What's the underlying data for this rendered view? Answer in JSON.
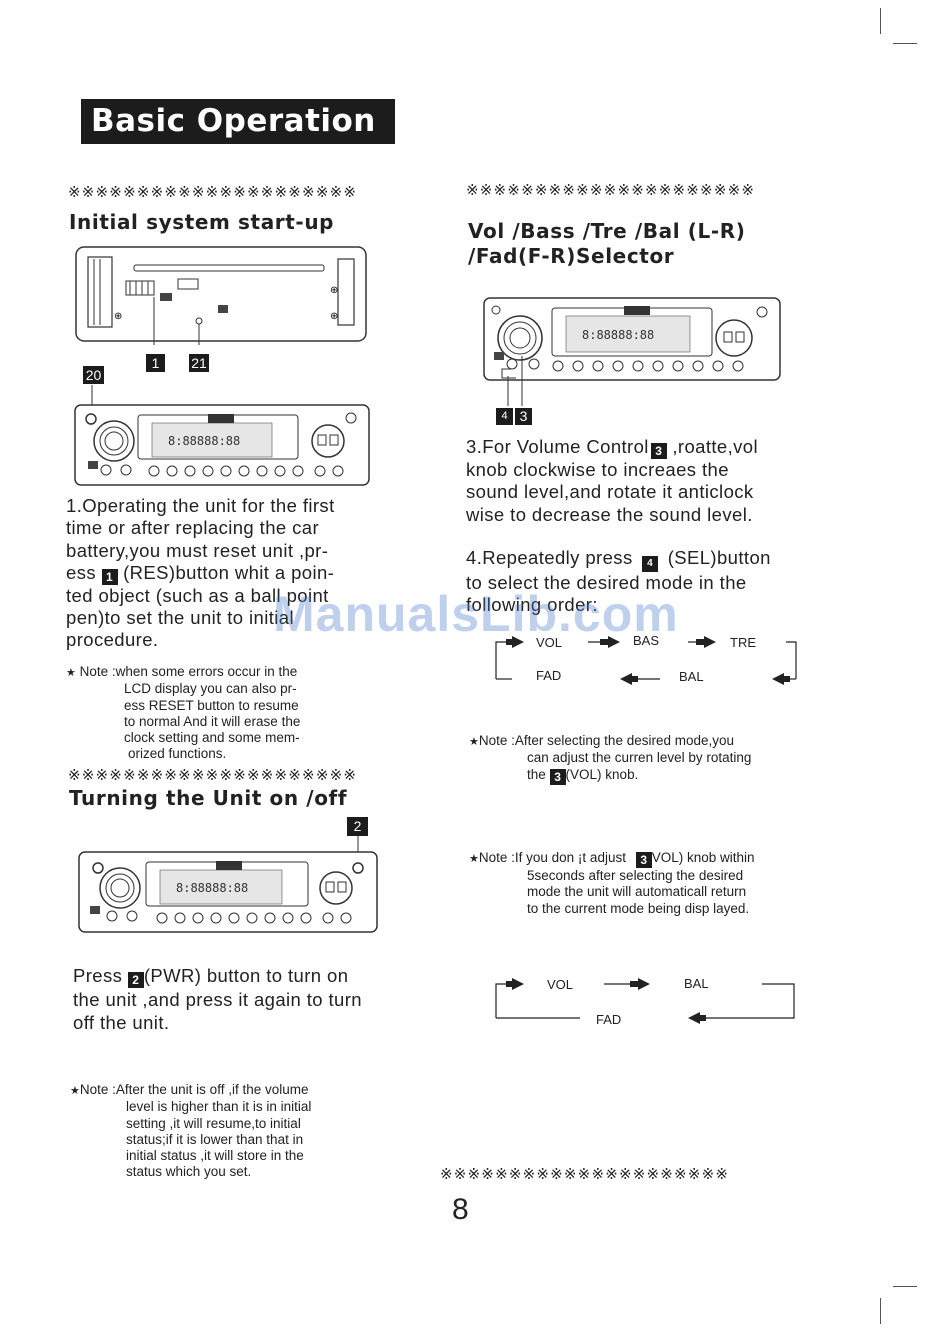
{
  "page": {
    "title": "Basic Operation",
    "stars": "※※※※※※※※※※※※※※※※※※※※※",
    "page_number": "8",
    "watermark": "ManualsLib.com"
  },
  "left": {
    "startup": {
      "heading": "Initial system start-up",
      "callouts": [
        "1",
        "21",
        "20"
      ],
      "body_lines": [
        "1.Operating the unit for the first",
        "time or after replacing the car",
        "battery,you must reset unit ,pr-",
        "ess",
        "(RES)button whit a poin-",
        "ted object (such as a ball point",
        "pen)to set the unit to initial",
        "procedure."
      ],
      "body_badge": "1",
      "note_lines": [
        "Note :when some errors occur in the",
        "LCD display you can also pr-",
        "ess RESET button to resume",
        "to normal And it will erase the",
        "clock setting and some mem-",
        "orized functions."
      ]
    },
    "power": {
      "heading": "Turning the Unit on /off",
      "callout": "2",
      "body_pre": "Press",
      "body_badge": "2",
      "body_lines": [
        "(PWR) button to turn on",
        "the unit ,and press it again to turn",
        "off the unit."
      ],
      "note_lines": [
        "Note :After the unit is off ,if the volume",
        "level is higher than it is in initial",
        "setting ,it will resume,to initial",
        "status;if it is lower than that in",
        "initial status ,it will  store in the",
        "status which you set."
      ]
    }
  },
  "right": {
    "heading_lines": [
      "Vol /Bass /Tre /Bal (L-R)",
      "/Fad(F-R)Selector"
    ],
    "callouts": [
      "4",
      "3"
    ],
    "vol_lines": [
      "3.For Volume Control",
      ",roatte,vol",
      "knob clockwise to increaes the",
      "sound level,and rotate it anticlock",
      "wise  to decrease the sound level."
    ],
    "vol_badge": "3",
    "sel_lines": [
      "4.Repeatedly press",
      "(SEL)button",
      "to select the desired mode in the",
      "following order:"
    ],
    "sel_badge": "4",
    "flow1": [
      "VOL",
      "BAS",
      "TRE",
      "FAD",
      "BAL"
    ],
    "note1_lines": [
      "Note :After selecting the desired mode,you",
      "can adjust the curren level by rotating",
      "the",
      "(VOL) knob."
    ],
    "note1_badge": "3",
    "note2_lines": [
      "Note :If you don ¡t adjust",
      "VOL) knob within",
      "5seconds after selecting the desired",
      "mode the unit will automaticall return",
      "to the current mode being disp layed."
    ],
    "note2_badge": "3",
    "flow2": [
      "VOL",
      "BAL",
      "FAD"
    ]
  },
  "colors": {
    "ink": "#1c1c1c",
    "watermark": "#4678c8"
  }
}
